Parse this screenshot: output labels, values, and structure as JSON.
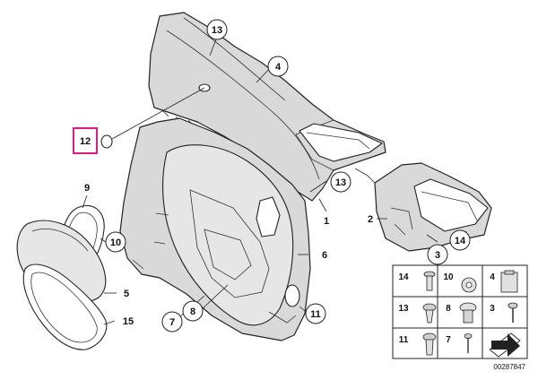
{
  "callouts": [
    {
      "id": "c13a",
      "label": "13",
      "circled": true
    },
    {
      "id": "c4",
      "label": "4",
      "circled": true
    },
    {
      "id": "c12",
      "label": "12",
      "circled": false,
      "highlighted": true
    },
    {
      "id": "c13b",
      "label": "13",
      "circled": true
    },
    {
      "id": "c1",
      "label": "1",
      "circled": false
    },
    {
      "id": "c2",
      "label": "2",
      "circled": false
    },
    {
      "id": "c3",
      "label": "3",
      "circled": true
    },
    {
      "id": "c14",
      "label": "14",
      "circled": true
    },
    {
      "id": "c9",
      "label": "9",
      "circled": false
    },
    {
      "id": "c10",
      "label": "10",
      "circled": true
    },
    {
      "id": "c6",
      "label": "6",
      "circled": false
    },
    {
      "id": "c5",
      "label": "5",
      "circled": false
    },
    {
      "id": "c15",
      "label": "15",
      "circled": false
    },
    {
      "id": "c7",
      "label": "7",
      "circled": true
    },
    {
      "id": "c8",
      "label": "8",
      "circled": true
    },
    {
      "id": "c11",
      "label": "11",
      "circled": true
    }
  ],
  "legend": {
    "cells": [
      {
        "label": "14",
        "part": "screw"
      },
      {
        "label": "10",
        "part": "speed-nut"
      },
      {
        "label": "4",
        "part": "clip"
      },
      {
        "label": "13",
        "part": "expanding-rivet"
      },
      {
        "label": "8",
        "part": "grommet"
      },
      {
        "label": "3",
        "part": "screw"
      },
      {
        "label": "11",
        "part": "push-clip"
      },
      {
        "label": "7",
        "part": "screw"
      },
      {
        "label": "",
        "part": "arrow-sheet"
      }
    ],
    "doc_number": "00287847"
  },
  "colors": {
    "highlight": "#e0197d",
    "part_fill": "#d9d9d9",
    "line": "#222222"
  }
}
